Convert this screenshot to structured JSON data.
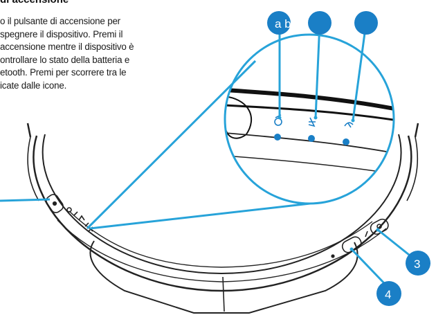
{
  "heading": "di accensione",
  "description_lines": [
    "o il pulsante di accensione per",
    "spegnere il dispositivo. Premi il",
    "accensione mentre il dispositivo è",
    "ontrollare lo stato della batteria e",
    "etooth. Premi per scorrere tra le",
    "icate dalle icone."
  ],
  "callouts": {
    "a_partial": "a b",
    "three": "3",
    "four": "4"
  },
  "colors": {
    "accent": "#1a7fc6",
    "line": "#27a3d9",
    "outline": "#222222"
  }
}
